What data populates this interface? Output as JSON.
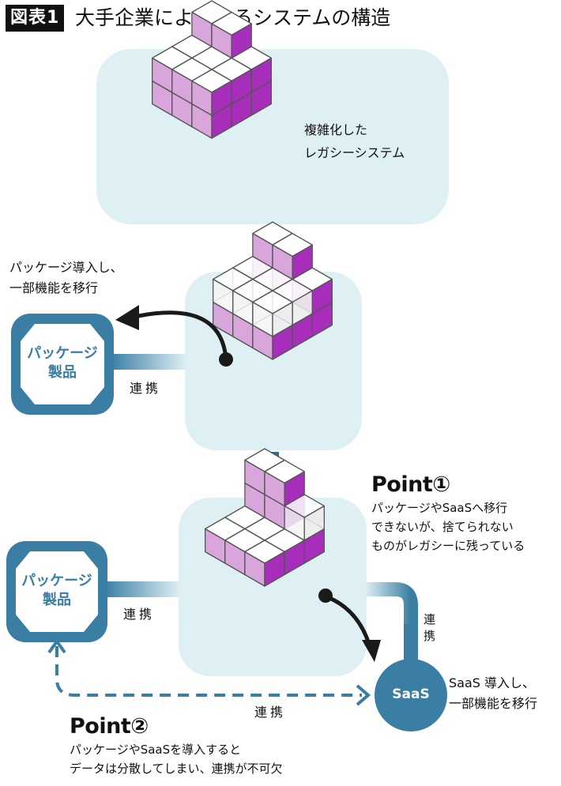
{
  "header": {
    "badge": "図表1",
    "title": "大手企業によくあるシステムの構造"
  },
  "stage1": {
    "caption_line1": "複雑化した",
    "caption_line2": "レガシーシステム"
  },
  "stage2": {
    "migrate_note_line1": "パッケージ導入し、",
    "migrate_note_line2": "一部機能を移行",
    "package_line1": "パッケージ",
    "package_line2": "製品",
    "link_label": "連携"
  },
  "stage3": {
    "package_line1": "パッケージ",
    "package_line2": "製品",
    "link_label_left": "連携",
    "link_label_right": "連携",
    "link_label_bottom": "連携",
    "saas_label": "SaaS",
    "saas_note_line1": "SaaS 導入し、",
    "saas_note_line2": "一部機能を移行"
  },
  "point1": {
    "heading": "Point①",
    "line1": "パッケージやSaaSへ移行",
    "line2": "できないが、捨てられない",
    "line3": "ものがレガシーに残っている"
  },
  "point2": {
    "heading": "Point②",
    "line1": "パッケージやSaaSを導入すると",
    "line2": "データは分散してしまい、連携が不可欠"
  },
  "colors": {
    "panel_bg": "#dff0f5",
    "accent_blue": "#3a7ea3",
    "cube_light": "#d9a6dc",
    "cube_dark": "#a72dbb",
    "cube_top": "#ffffff",
    "ghost": "#f0f0f0"
  }
}
